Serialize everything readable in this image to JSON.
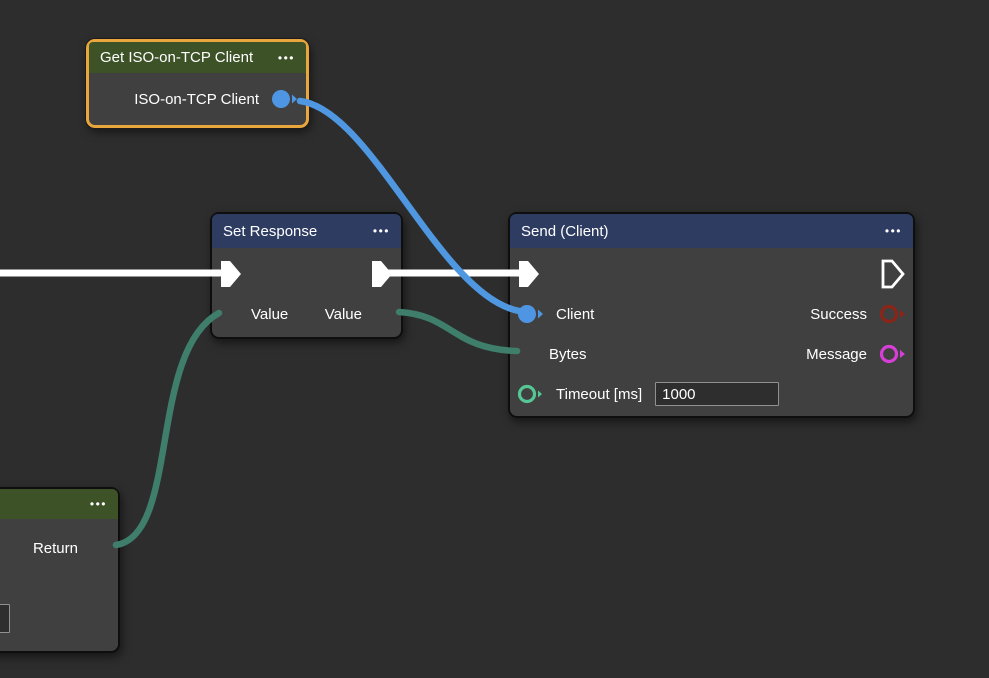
{
  "canvas": {
    "background": "#2d2d2d"
  },
  "icons": {
    "menu_dots": "•••",
    "exec_pin": "play-pentagon",
    "object_port": "circle-with-notch",
    "array_port": "grid-3x3",
    "value_port": "ring-with-notch"
  },
  "colors": {
    "background": "#2d2d2d",
    "node_body": "#404040",
    "node_border": "#0e0e0e",
    "selection_border": "#e8a63c",
    "header_green": "#3e5228",
    "header_blue": "#2e3c62",
    "wire_exec": "#ffffff",
    "wire_object": "#4f97e0",
    "wire_array": "#3e7e6b",
    "port_object_blue": "#4e96e3",
    "port_array_green": "#2e8166",
    "port_array_white": "#ffffff",
    "port_value_teal": "#55c795",
    "port_success_red": "#8c2418",
    "port_message_magenta": "#d83fd8"
  },
  "nodes": [
    {
      "id": "get-iso-on-tcp-client",
      "title": "Get ISO-on-TCP Client",
      "selected": true,
      "header": "green",
      "outputs": [
        {
          "label": "ISO-on-TCP Client",
          "type": "object",
          "connected": true
        }
      ]
    },
    {
      "id": "set-response",
      "title": "Set Response",
      "header": "blue",
      "exec_in": true,
      "exec_out": true,
      "inputs": [
        {
          "label": "Value",
          "type": "array",
          "connected": true
        }
      ],
      "outputs": [
        {
          "label": "Value",
          "type": "array",
          "connected": true
        }
      ]
    },
    {
      "id": "send-client",
      "title": "Send (Client)",
      "header": "blue",
      "exec_in": true,
      "exec_out": false,
      "inputs": [
        {
          "label": "Client",
          "type": "object",
          "connected": true
        },
        {
          "label": "Bytes",
          "type": "array",
          "connected": true
        },
        {
          "label": "Timeout [ms]",
          "type": "value",
          "connected": false,
          "value": "1000"
        }
      ],
      "outputs": [
        {
          "label": "Success",
          "type": "value",
          "connected": false
        },
        {
          "label": "Message",
          "type": "value",
          "connected": false
        }
      ]
    },
    {
      "id": "return-node",
      "title": "",
      "header": "green",
      "outputs": [
        {
          "label": "Return",
          "type": "array",
          "connected": true
        }
      ]
    }
  ],
  "wires": [
    {
      "from": "off-screen-left",
      "to": "set-response.exec-in",
      "kind": "exec"
    },
    {
      "from": "set-response.exec-out",
      "to": "send-client.exec-in",
      "kind": "exec"
    },
    {
      "from": "get-iso-on-tcp-client.ISO-on-TCP Client",
      "to": "send-client.Client",
      "kind": "object"
    },
    {
      "from": "return-node.Return",
      "to": "set-response.Value",
      "kind": "array"
    },
    {
      "from": "set-response.Value",
      "to": "send-client.Bytes",
      "kind": "array"
    }
  ]
}
